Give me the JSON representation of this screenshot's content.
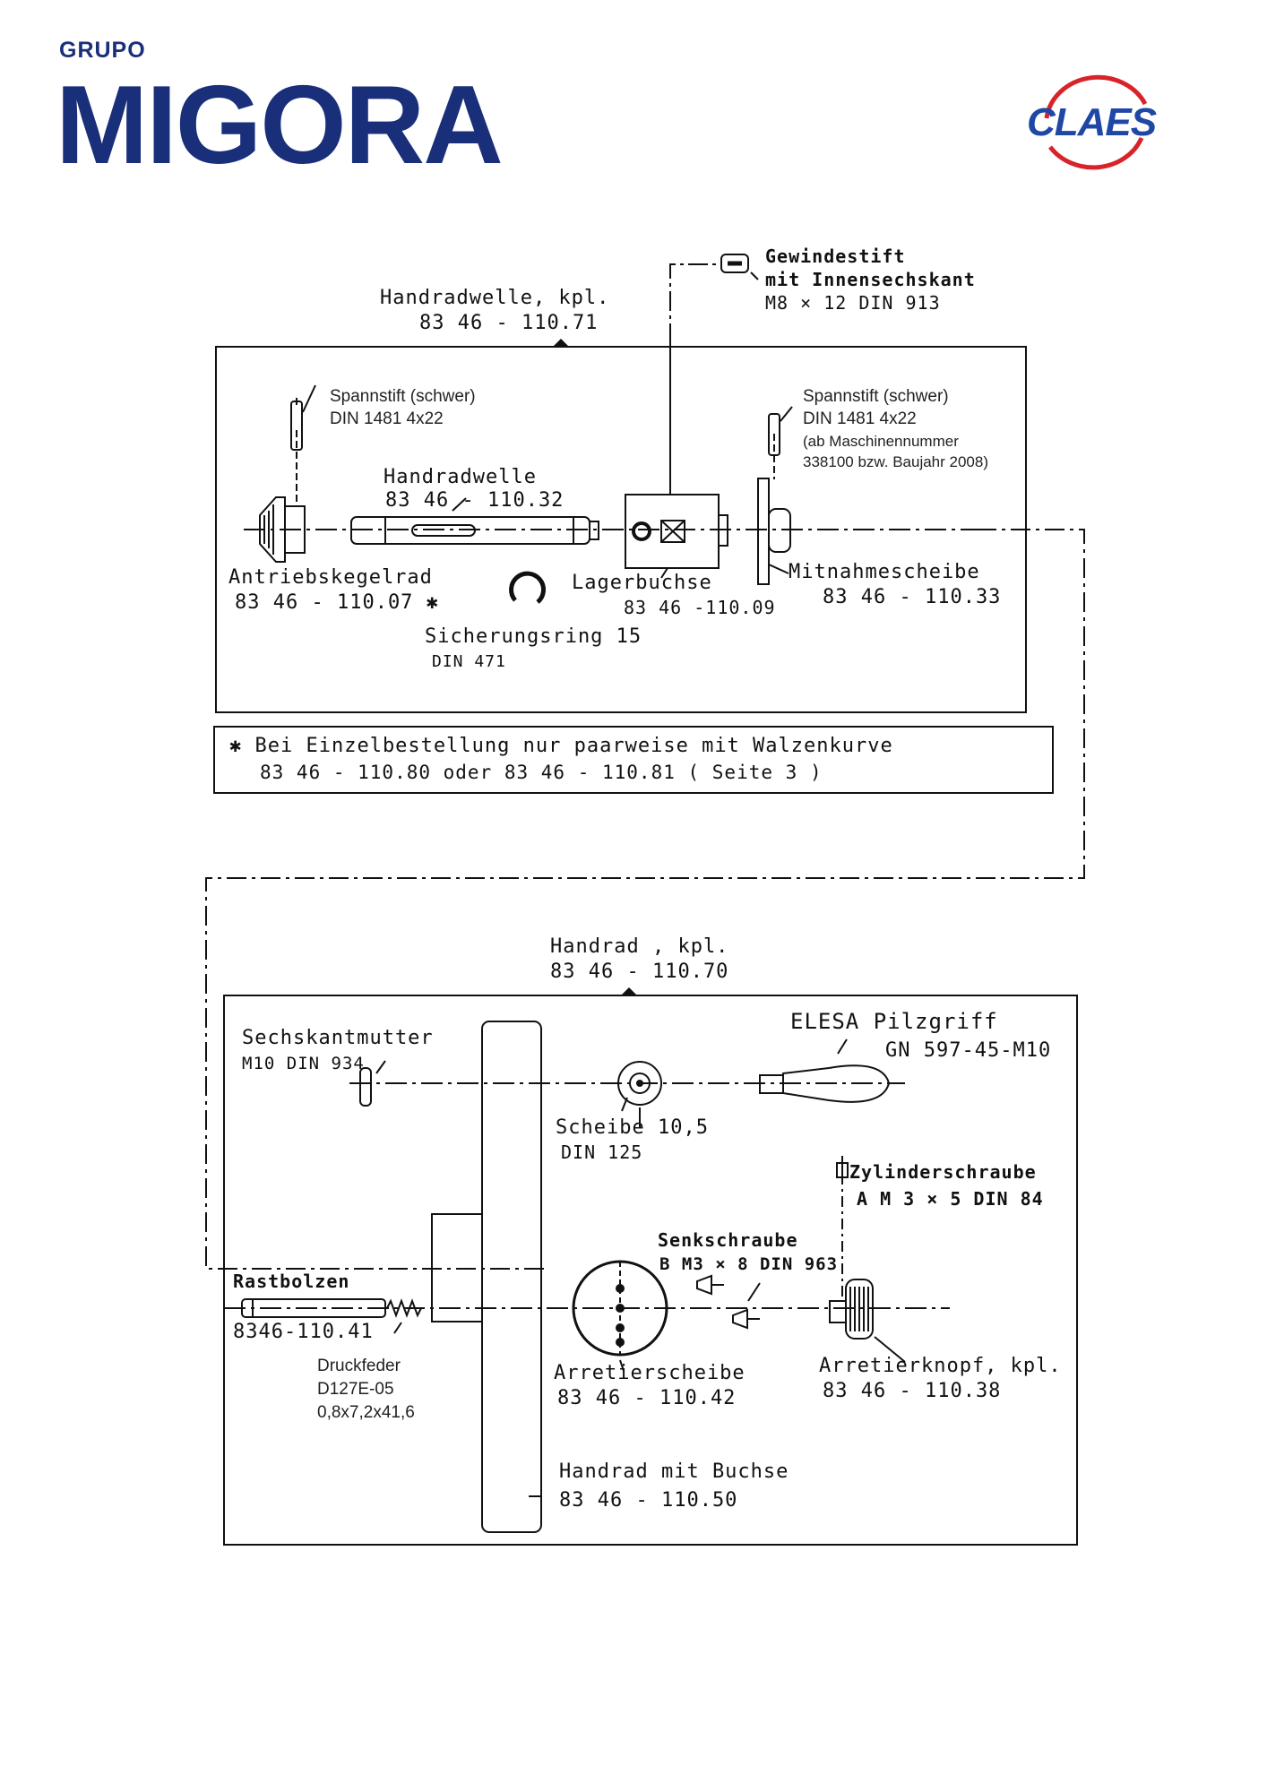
{
  "header": {
    "brand_group": "GRUPO",
    "brand_name": "MIGORA",
    "partner_logo": "CLAES"
  },
  "colors": {
    "brand": "#1a2f7a",
    "partner_blue": "#1e47a6",
    "partner_red": "#d8232a",
    "line": "#111111"
  },
  "section1": {
    "assembly_title": "Handradwelle, kpl.",
    "assembly_no": "83 46 - 110.71",
    "gewindestift": [
      "Gewindestift",
      "mit Innensechskant",
      "M8 × 12  DIN 913"
    ],
    "spannstift_left": [
      "Spannstift (schwer)",
      "DIN 1481 4x22"
    ],
    "spannstift_right": [
      "Spannstift (schwer)",
      "DIN 1481 4x22",
      "(ab Maschinennummer",
      "338100 bzw. Baujahr 2008)"
    ],
    "handradwelle": [
      "Handradwelle",
      "83 46 - 110.32"
    ],
    "antriebskegelrad": [
      "Antriebskegelrad",
      "83 46 - 110.07 ✱"
    ],
    "lagerbuchse": [
      "Lagerbuchse",
      "83 46 -110.09"
    ],
    "mitnahmescheibe": [
      "Mitnahmescheibe",
      "83 46 - 110.33"
    ],
    "sicherungsring": [
      "Sicherungsring 15",
      "DIN 471"
    ]
  },
  "note": {
    "line1": "✱ Bei Einzelbestellung nur paarweise mit Walzenkurve",
    "line2": "83 46 - 110.80   oder  83 46 - 110.81    ( Seite 3 )"
  },
  "section2": {
    "assembly_title": "Handrad , kpl.",
    "assembly_no": "83 46 - 110.70",
    "sechskantmutter": [
      "Sechskantmutter",
      "M10 DIN 934"
    ],
    "pilzgriff": [
      "ELESA  Pilzgriff",
      "GN 597-45-M10"
    ],
    "scheibe": [
      "Scheibe 10,5",
      "DIN 125"
    ],
    "zylinderschraube": [
      "Zylinderschraube",
      "A M 3 × 5  DIN 84"
    ],
    "senkschraube": [
      "Senkschraube",
      "B M3 × 8  DIN 963"
    ],
    "rastbolzen": [
      "Rastbolzen",
      "8346-110.41"
    ],
    "druckfeder": [
      "Druckfeder",
      "D127E-05",
      "0,8x7,2x41,6"
    ],
    "arretierscheibe": [
      "Arretierscheibe",
      "83 46 - 110.42"
    ],
    "arretierknopf": [
      "Arretierknopf, kpl.",
      "83 46 - 110.38"
    ],
    "handrad_buchse": [
      "Handrad mit Buchse",
      "83 46 - 110.50"
    ]
  }
}
